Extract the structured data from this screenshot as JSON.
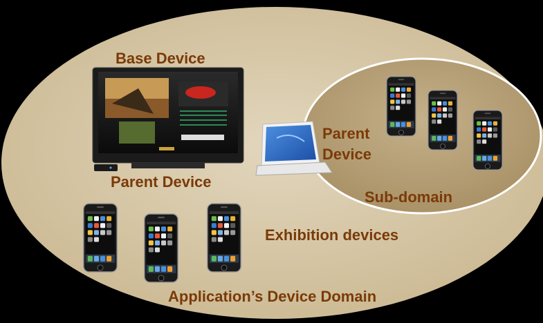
{
  "labels": {
    "base_device": "Base Device",
    "parent_device_tv": "Parent Device",
    "parent_device_laptop_line1": "Parent",
    "parent_device_laptop_line2": "Device",
    "sub_domain": "Sub-domain",
    "exhibition_devices": "Exhibition devices",
    "application_domain": "Application’s Device Domain"
  },
  "colors": {
    "background": "#000000",
    "outer_domain_fill": "#d4c4a6",
    "sub_domain_fill": "#b8a27a",
    "label_text": "#7a3a08"
  },
  "counts": {
    "phones_in_sub_domain": 3,
    "exhibition_phones": 3
  }
}
